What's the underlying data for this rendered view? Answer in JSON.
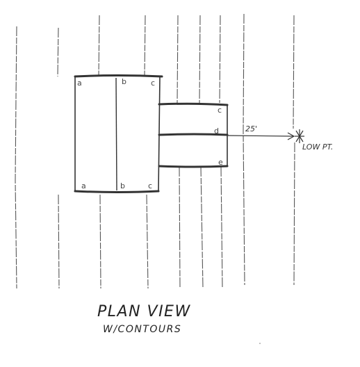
{
  "labels": {
    "left_box": {
      "top_left": "a",
      "top_middle": "b",
      "top_right": "c",
      "bottom_left": "a",
      "bottom_middle": "b",
      "bottom_right": "c"
    },
    "right_box": {
      "top": "c",
      "middle": "d",
      "bottom": "e"
    }
  },
  "distance": "25'",
  "low_point": "LOW PT.",
  "title": {
    "line1": "PLAN VIEW",
    "line2": "W/CONTOURS"
  }
}
